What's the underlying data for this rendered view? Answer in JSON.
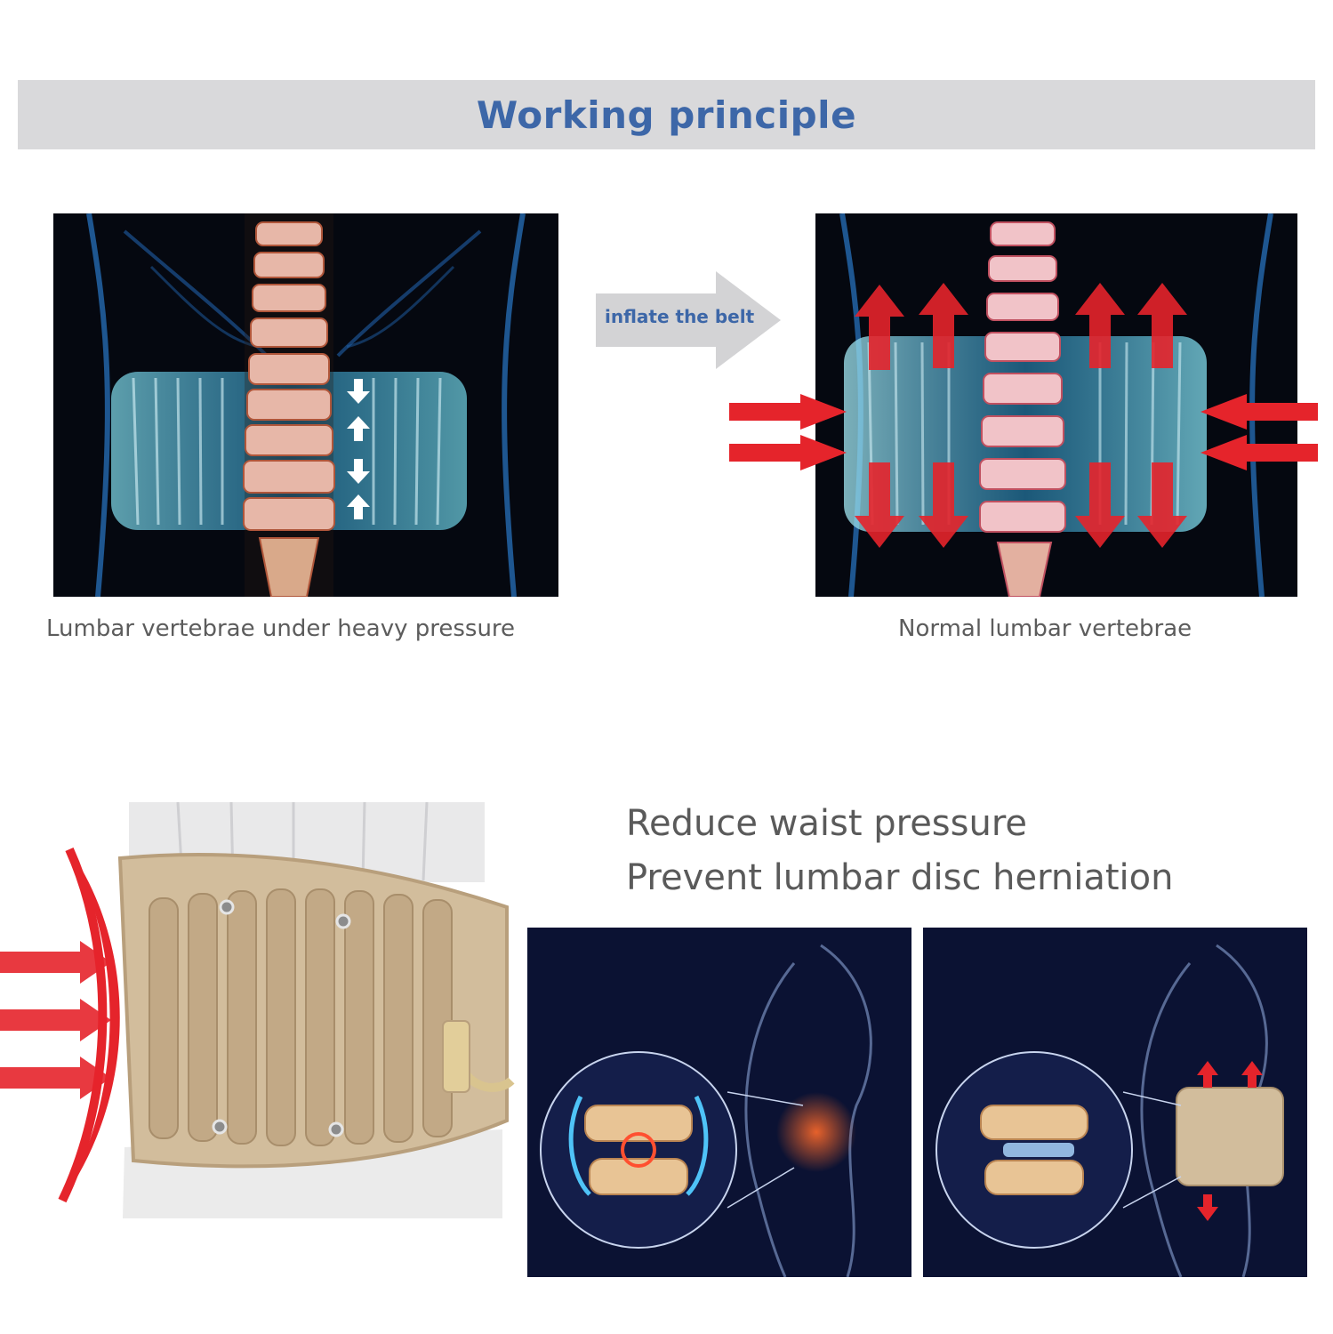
{
  "header": {
    "title": "Working principle"
  },
  "comparison": {
    "arrow_label": "inflate the belt",
    "left_caption": "Lumbar vertebrae under heavy pressure",
    "right_caption": "Normal lumbar vertebrae"
  },
  "benefits": {
    "line1": "Reduce waist pressure",
    "line2": "Prevent lumbar disc herniation"
  },
  "colors": {
    "title_blue": "#3d67a8",
    "title_bar_gray": "#d9d9db",
    "arrow_red": "#e5242b",
    "belt_beige": "#d2bd9c",
    "xray_blue": "#3aa6d6"
  },
  "icons": [
    "arrow-right-icon",
    "arrow-up-icon",
    "arrow-down-icon",
    "spine-icon"
  ]
}
